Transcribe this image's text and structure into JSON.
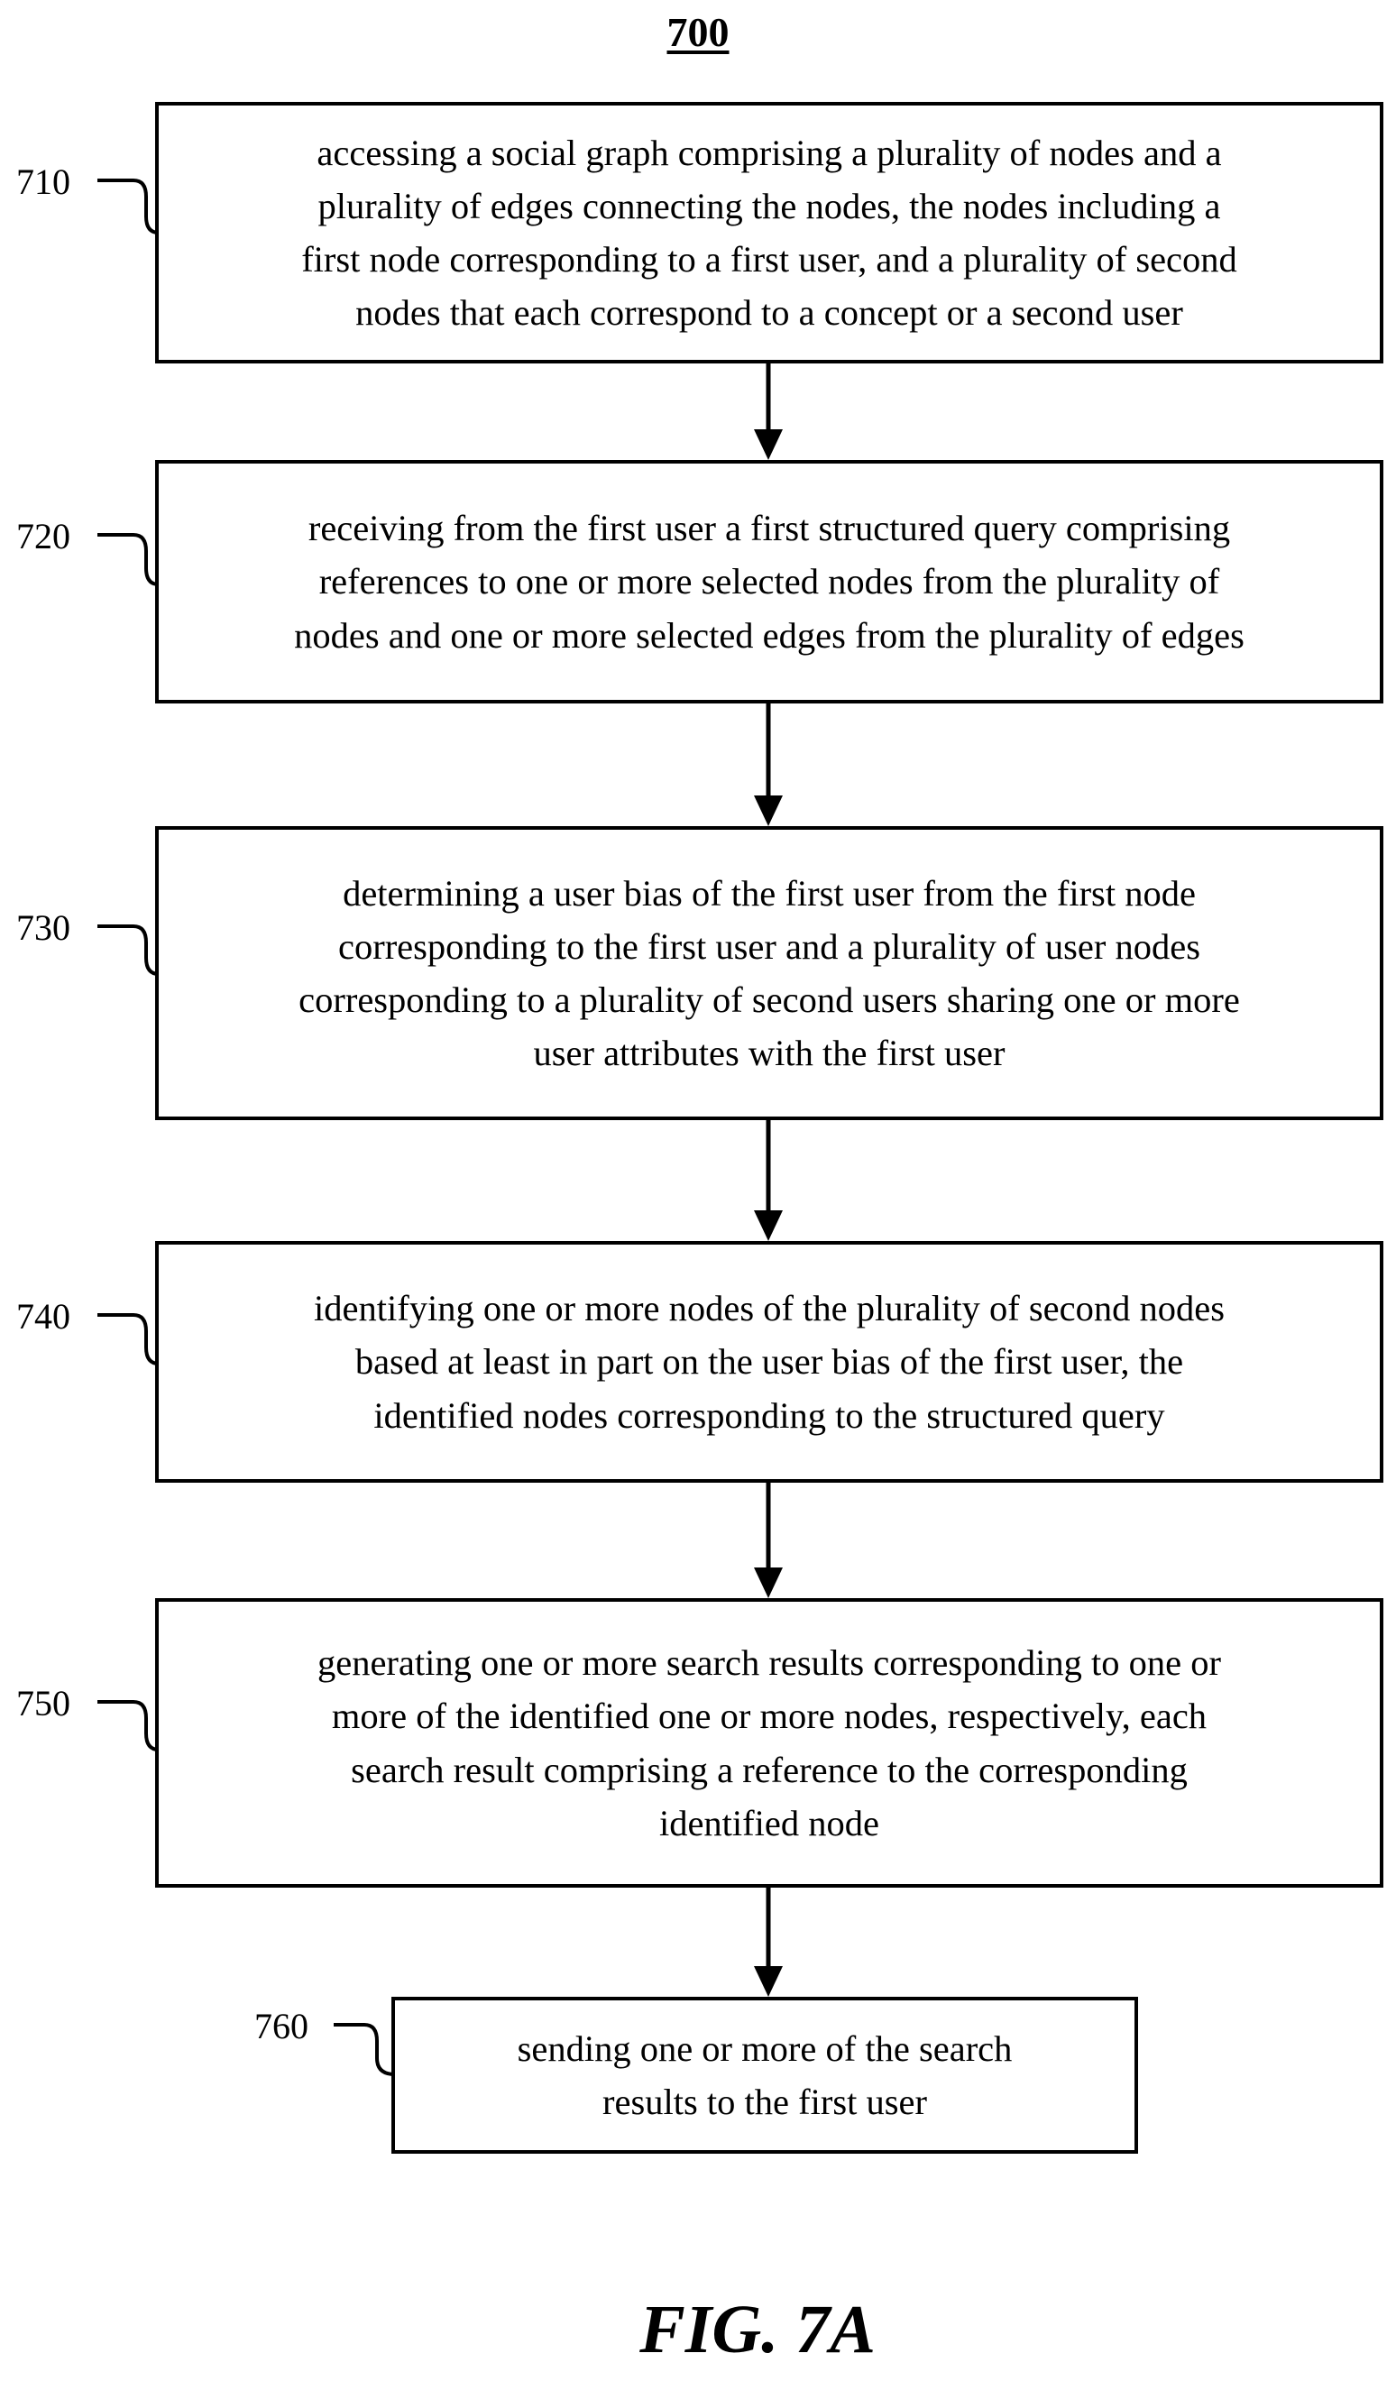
{
  "figure_number": "700",
  "steps": [
    {
      "ref": "710",
      "text": "accessing a social graph comprising a plurality of nodes and a\nplurality of edges connecting the nodes, the nodes including a\nfirst node corresponding to a first user, and a plurality of second\nnodes that each correspond to a concept or a second user"
    },
    {
      "ref": "720",
      "text": "receiving from the first user a first structured query comprising\nreferences to one or more selected nodes from the plurality of\nnodes and one or more selected edges from the plurality of edges"
    },
    {
      "ref": "730",
      "text": "determining a user bias of the first user from the first node\ncorresponding to the first user and a plurality of user nodes\ncorresponding to a plurality of second users sharing one or more\nuser attributes with the first user"
    },
    {
      "ref": "740",
      "text": "identifying one or more nodes of the plurality of second nodes\nbased at least in part on the user bias of the first user, the\nidentified nodes corresponding to the structured query"
    },
    {
      "ref": "750",
      "text": "generating one or more search results corresponding to one or\nmore of the identified one or more nodes, respectively, each\nsearch result comprising a reference to the corresponding\nidentified node"
    },
    {
      "ref": "760",
      "text": "sending one or more of the search\nresults to the first user"
    }
  ],
  "caption": "FIG. 7A"
}
